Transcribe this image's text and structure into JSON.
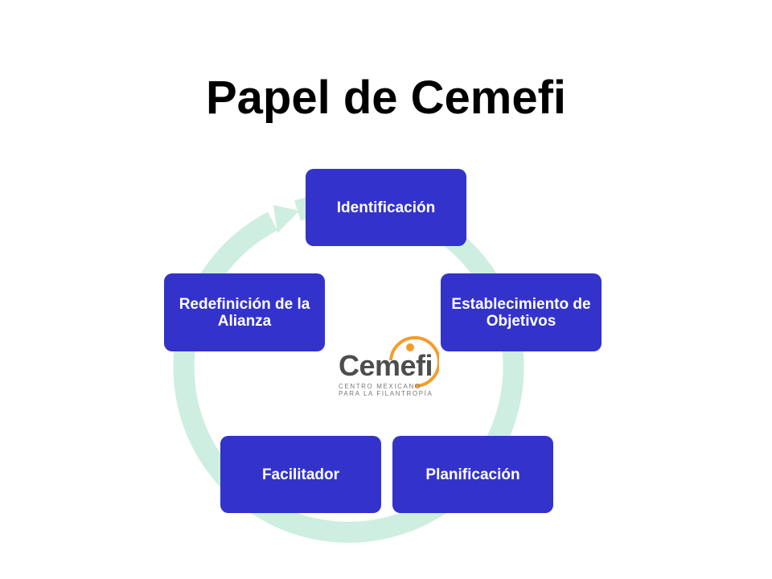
{
  "title": "Papel de Cemefi",
  "cycle": {
    "nodes": [
      {
        "label": "Identificación"
      },
      {
        "label": "Establecimiento de Objetivos"
      },
      {
        "label": "Planificación"
      },
      {
        "label": "Facilitador"
      },
      {
        "label": "Redefinición de la Alianza"
      }
    ],
    "colors": {
      "node": "#3333cc",
      "arrow": "#cdeee0",
      "text": "#ffffff"
    }
  },
  "logo": {
    "name": "Cemefi",
    "line1": "CENTRO MEXICANO",
    "line2": "PARA LA FILANTROPÍA",
    "colors": {
      "ring": "#f39c2c",
      "dot": "#f39c2c",
      "word": "#4d4d4d"
    }
  }
}
